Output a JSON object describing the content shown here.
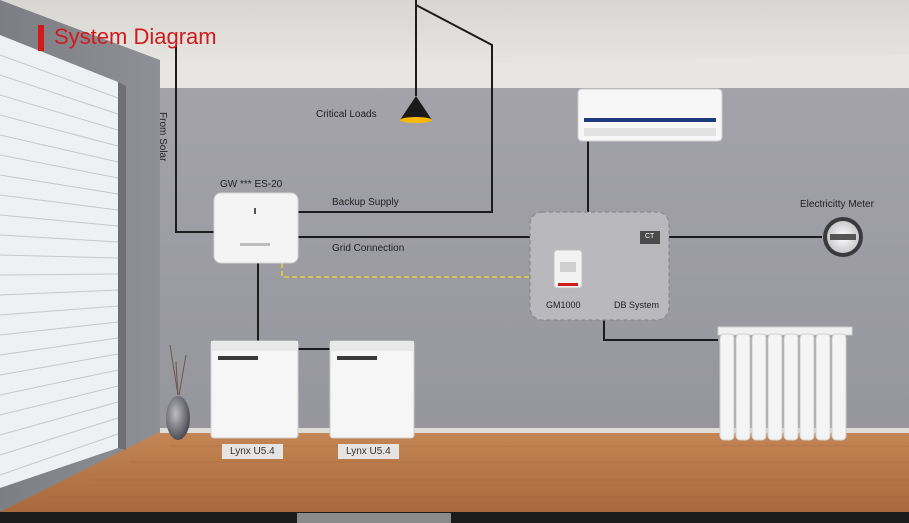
{
  "title": "System Diagram",
  "labels": {
    "from_solar": "From Solar",
    "critical_loads": "Critical Loads",
    "inverter": "GW *** ES-20",
    "backup_supply": "Backup Supply",
    "grid_connection": "Grid Connection",
    "gm1000": "GM1000",
    "db_system": "DB System",
    "ct": "CT",
    "electricity_meter": "Electricitty Meter",
    "battery_1": "Lynx U5.4",
    "battery_2": "Lynx U5.4"
  },
  "colors": {
    "title_red": "#d11a1a",
    "wall": "#9c9ca2",
    "floor": "#b6774a",
    "signal_line": "#e8d23a"
  }
}
